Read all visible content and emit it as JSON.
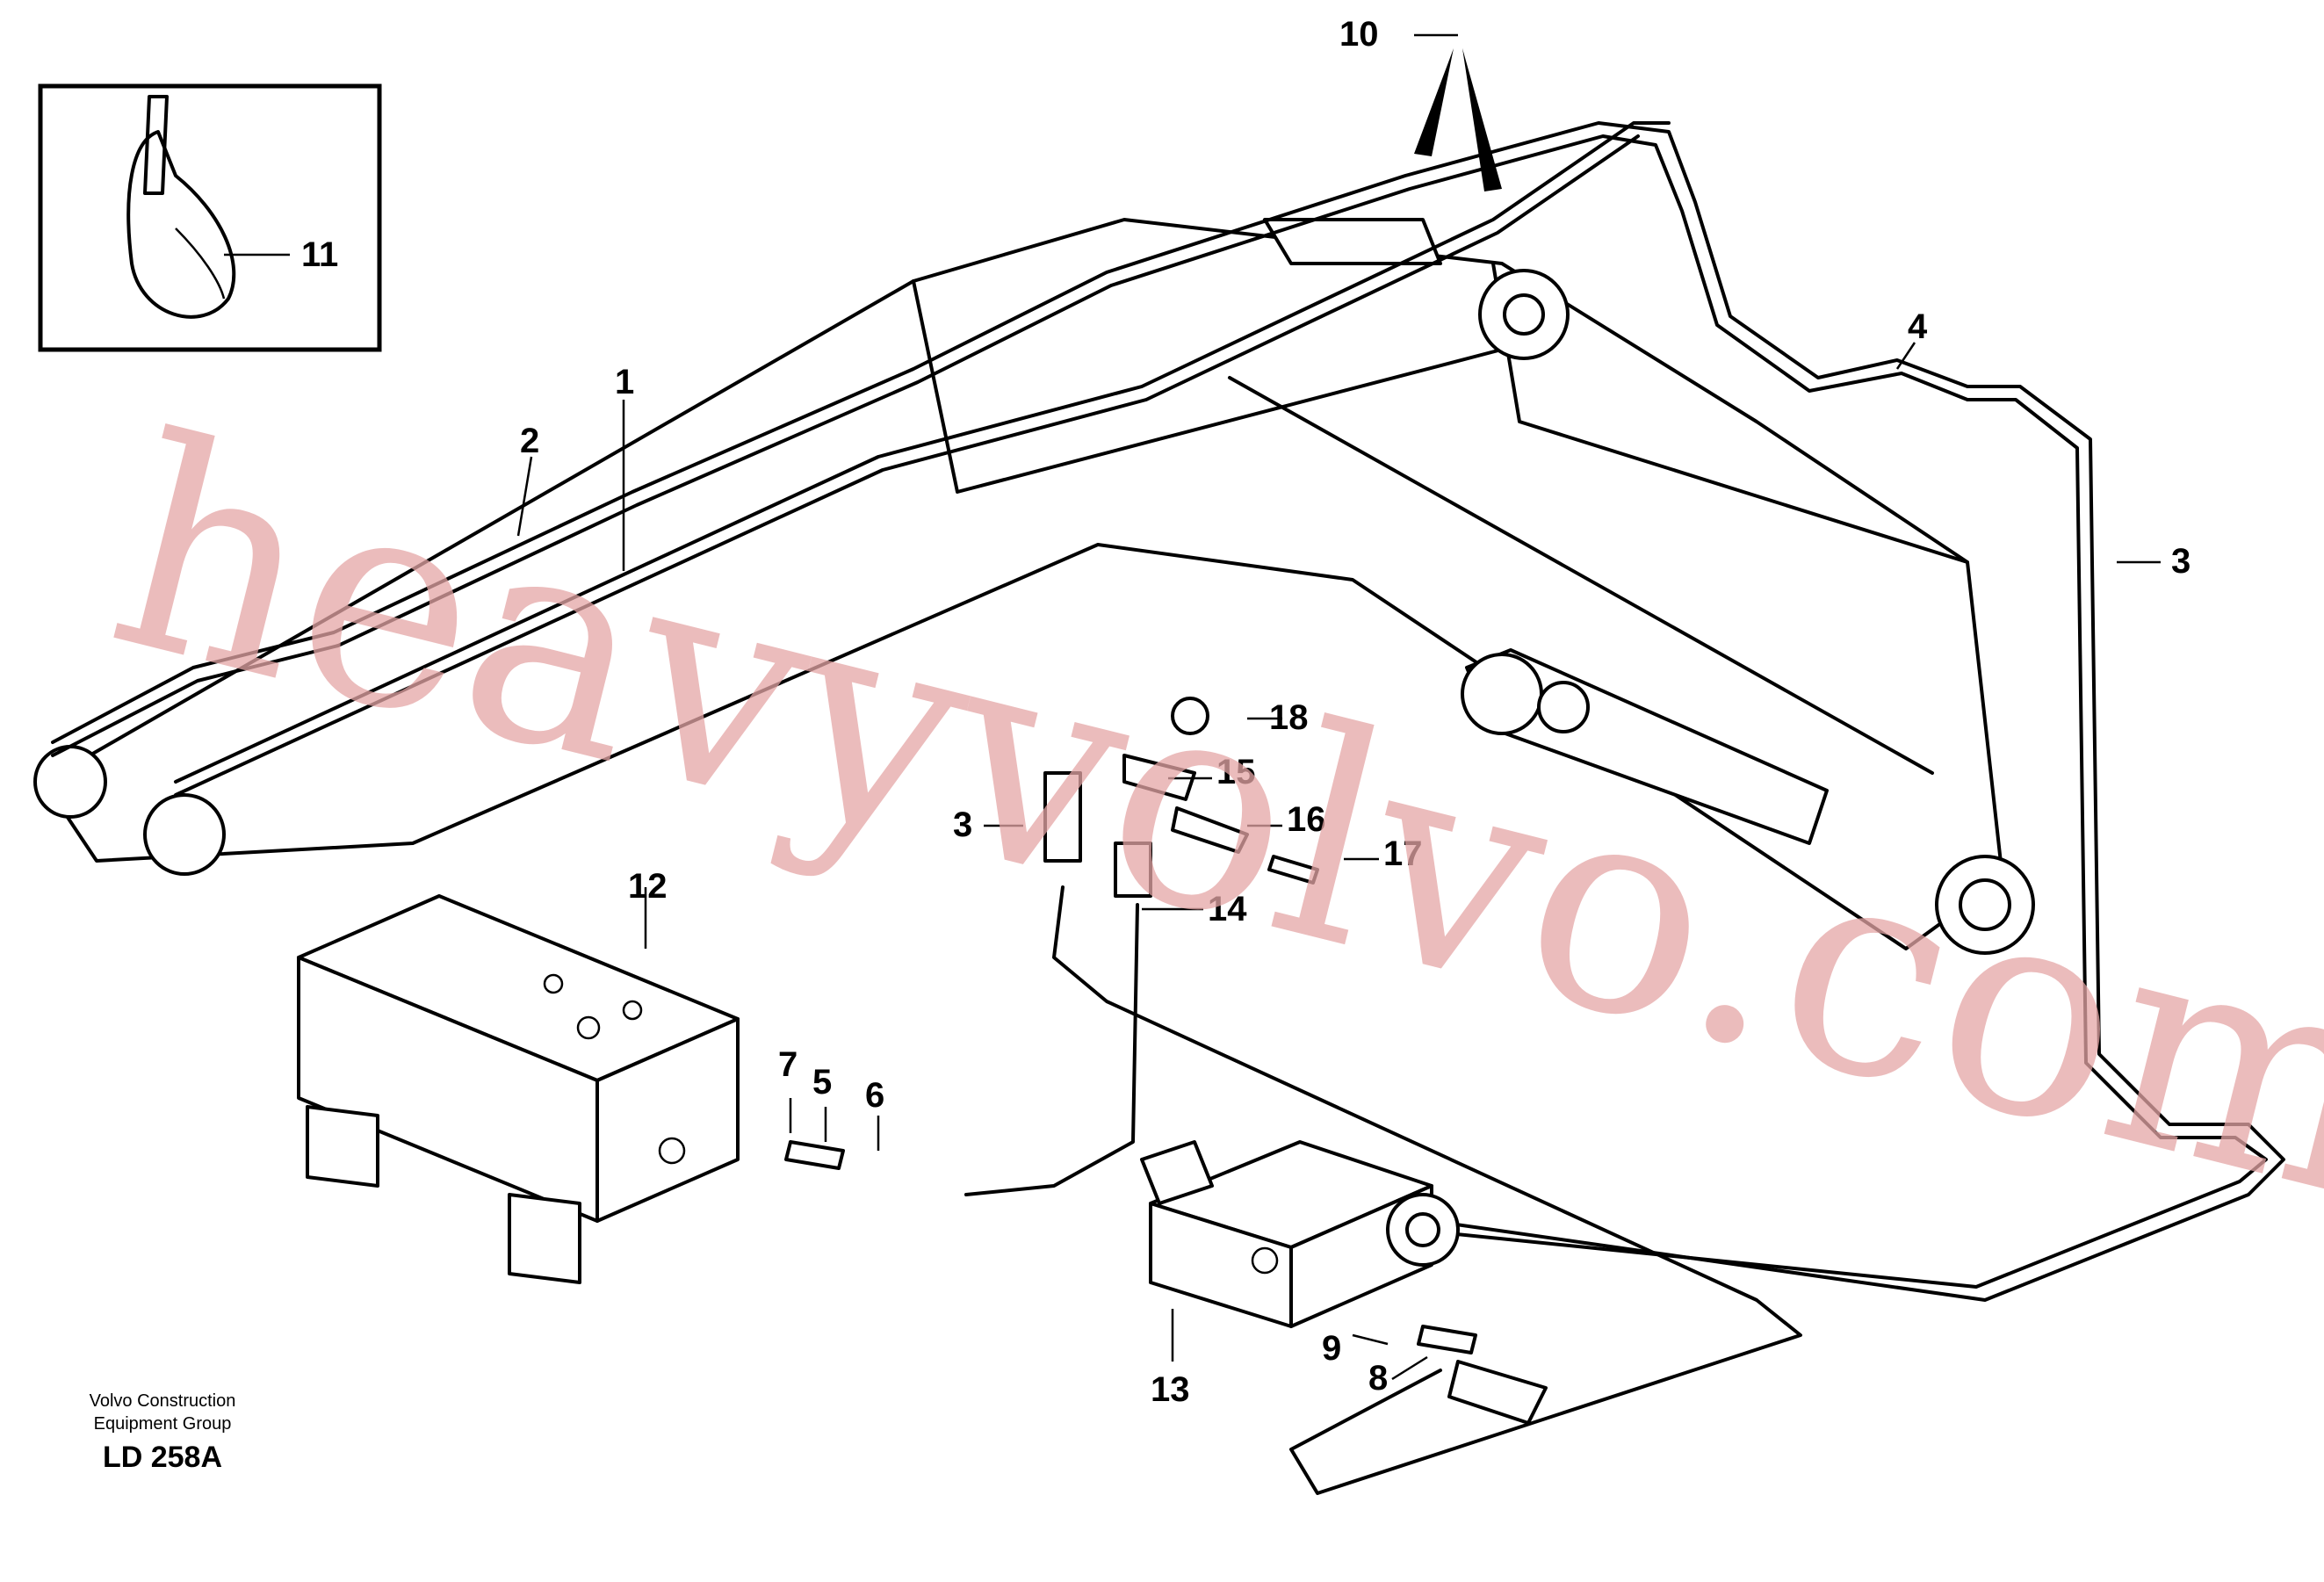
{
  "drawing_code": "LD 258A",
  "brand_line1": "Volvo Construction",
  "brand_line2": "Equipment Group",
  "watermark": "heavyvolvo.com",
  "callouts": {
    "c1": "1",
    "c2": "2",
    "c3a": "3",
    "c3b": "3",
    "c4": "4",
    "c5": "5",
    "c6": "6",
    "c7": "7",
    "c8": "8",
    "c9": "9",
    "c10": "10",
    "c11": "11",
    "c12": "12",
    "c13": "13",
    "c14": "14",
    "c15": "15",
    "c16": "16",
    "c17": "17",
    "c18": "18"
  }
}
